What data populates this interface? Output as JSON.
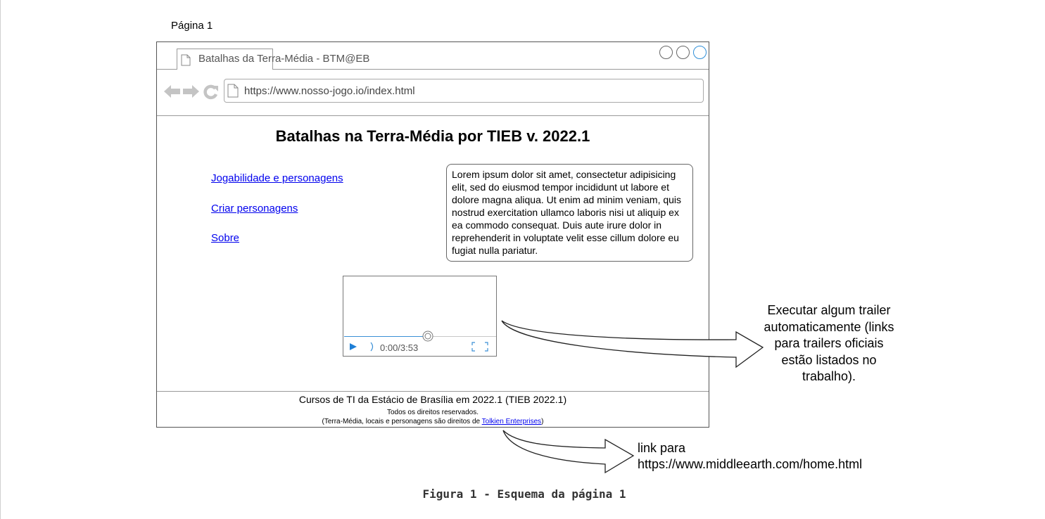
{
  "page_label": "Página 1",
  "browser": {
    "tab_title": "Batalhas da Terra-Média - BTM@EB",
    "address_url": "https://www.nosso-jogo.io/index.html",
    "accent_color": "#2f8fd8"
  },
  "page": {
    "title": "Batalhas na Terra-Média por TIEB v. 2022.1",
    "nav_links": [
      "Jogabilidade e personagens",
      "Criar personagens",
      "Sobre"
    ],
    "lorem_text": "Lorem ipsum dolor sit amet, consectetur adipisicing elit, sed do eiusmod tempor incididunt ut labore et dolore magna aliqua. Ut enim ad minim veniam, quis nostrud exercitation ullamco laboris nisi ut aliquip ex ea commodo consequat. Duis aute irure dolor in reprehenderit in voluptate velit esse cillum dolore eu fugiat nulla pariatur.",
    "video": {
      "time_label": "0:00/3:53",
      "progress_fraction": 0.55
    },
    "footer": {
      "main": "Cursos de TI da Estácio de Brasília em 2022.1 (TIEB 2022.1)",
      "rights": "Todos os direitos reservados.",
      "credit_prefix": "(Terra-Média, locais e personagens são direitos de ",
      "credit_link": "Tolkien Enterprises",
      "credit_suffix": ")"
    }
  },
  "annotations": {
    "trailer_note": "Executar algum trailer automaticamente (links para trailers oficiais estão listados no trabalho).",
    "link_note_line1": "link para",
    "link_note_line2": "https://www.middleearth.com/home.html"
  },
  "figure_caption": "Figura 1 - Esquema da página 1",
  "icons": [
    "page-icon",
    "back-arrow-icon",
    "forward-arrow-icon",
    "reload-icon",
    "play-icon",
    "volume-icon",
    "fullscreen-icon",
    "scrubber-icon"
  ]
}
